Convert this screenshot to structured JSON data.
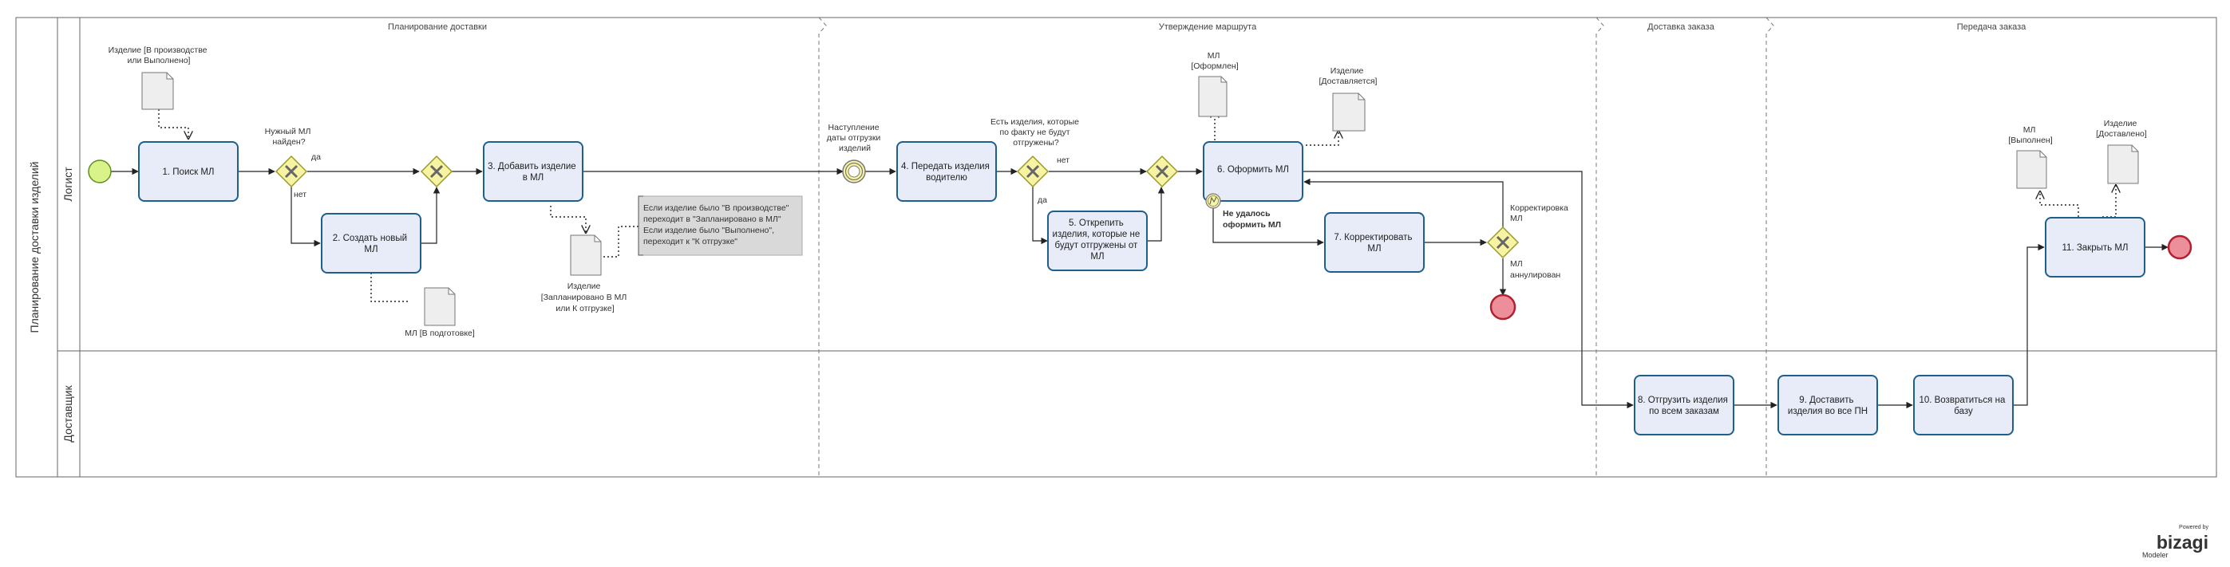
{
  "pool": {
    "title": "Планирование доставки изделий"
  },
  "lanes": [
    {
      "id": "logist",
      "label": "Логист"
    },
    {
      "id": "courier",
      "label": "Доставщик"
    }
  ],
  "phases": [
    {
      "id": "phase1",
      "label": "Планирование доставки"
    },
    {
      "id": "phase2",
      "label": "Утверждение маршрута"
    },
    {
      "id": "phase3",
      "label": "Доставка заказа"
    },
    {
      "id": "phase4",
      "label": "Передача заказа"
    }
  ],
  "tasks": [
    {
      "id": "t1",
      "lines": [
        "1. Поиск МЛ"
      ]
    },
    {
      "id": "t2",
      "lines": [
        "2. Создать новый",
        "МЛ"
      ]
    },
    {
      "id": "t3",
      "lines": [
        "3. Добавить изделие",
        "в МЛ"
      ]
    },
    {
      "id": "t4",
      "lines": [
        "4. Передать изделия",
        "водителю"
      ]
    },
    {
      "id": "t5",
      "lines": [
        "5. Открепить",
        "изделия, которые не",
        "будут отгружены от",
        "МЛ"
      ]
    },
    {
      "id": "t6",
      "lines": [
        "6. Оформить МЛ"
      ]
    },
    {
      "id": "t7",
      "lines": [
        "7. Корректировать",
        "МЛ"
      ]
    },
    {
      "id": "t8",
      "lines": [
        "8. Отгрузить изделия",
        "по всем заказам"
      ]
    },
    {
      "id": "t9",
      "lines": [
        "9. Доставить",
        "изделия во все ПН"
      ]
    },
    {
      "id": "t10",
      "lines": [
        "10. Возвратиться на",
        "базу"
      ]
    },
    {
      "id": "t11",
      "lines": [
        "11. Закрыть МЛ"
      ]
    }
  ],
  "gateways": [
    {
      "id": "g1",
      "question": [
        "Нужный МЛ",
        "найден?"
      ],
      "yes": "да",
      "no": "нет"
    },
    {
      "id": "g2"
    },
    {
      "id": "g3",
      "question": [
        "Есть изделия, которые",
        "по факту не будут",
        "отгружены?"
      ],
      "yes": "да",
      "no": "нет"
    },
    {
      "id": "g4"
    },
    {
      "id": "g5",
      "question": [
        "Корректировка",
        "МЛ"
      ],
      "no": [
        "МЛ",
        "аннулирован"
      ]
    }
  ],
  "events": {
    "timer": [
      "Наступление",
      "даты отгрузки",
      "изделий"
    ],
    "error_label": [
      "Не удалось",
      "оформить МЛ"
    ]
  },
  "data_objects": [
    {
      "id": "d1",
      "lines": [
        "Изделие [В производстве",
        "или Выполнено]"
      ]
    },
    {
      "id": "d2",
      "lines": [
        "МЛ [В подготовке]"
      ]
    },
    {
      "id": "d3",
      "lines": [
        "Изделие",
        "[Запланировано В МЛ",
        "или К отгрузке]"
      ]
    },
    {
      "id": "d4",
      "lines": [
        "МЛ",
        "[Оформлен]"
      ]
    },
    {
      "id": "d5",
      "lines": [
        "Изделие",
        "[Доставляется]"
      ]
    },
    {
      "id": "d6",
      "lines": [
        "МЛ",
        "[Выполнен]"
      ]
    },
    {
      "id": "d7",
      "lines": [
        "Изделие",
        "[Доставлено]"
      ]
    }
  ],
  "annotation": {
    "lines": [
      "Если изделие было \"В производстве\"",
      "переходит в \"Запланировано в МЛ\"",
      "Если изделие было \"Выполнено\",",
      "переходит к \"К отгрузке\""
    ]
  },
  "watermark": {
    "small": "Powered by",
    "brand": "bizagi",
    "product": "Modeler"
  },
  "colors": {
    "task_fill": "#e8ecf8",
    "task_stroke": "#1f5f8b",
    "gateway_fill": "#f6f3a2",
    "gateway_stroke": "#9a9a2a",
    "start_fill": "#d9f28a",
    "start_stroke": "#5f8f1d",
    "end_fill": "#ec8f9a",
    "end_stroke": "#b3202f",
    "annotation_fill": "#d9d9d9",
    "brand": "#e8524a"
  }
}
